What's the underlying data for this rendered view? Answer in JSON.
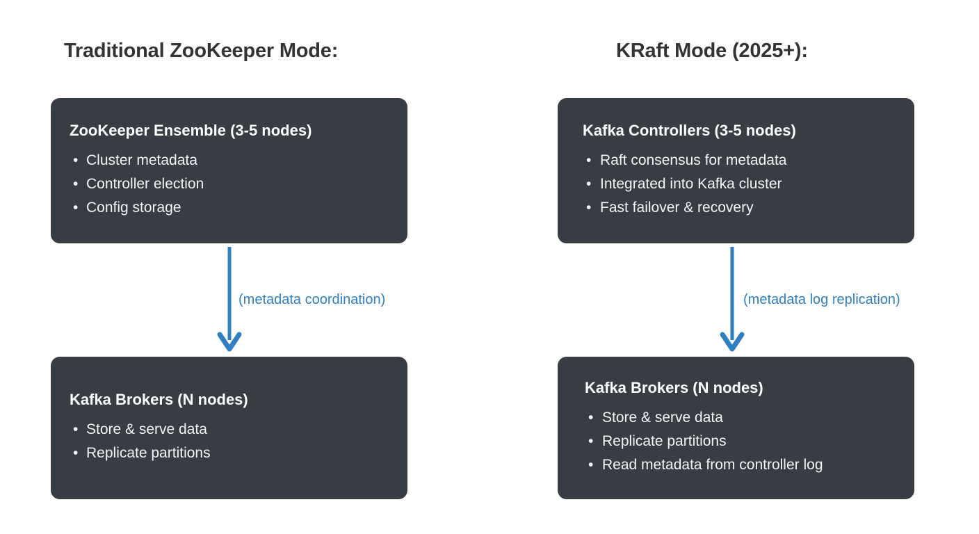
{
  "page": {
    "background_color": "#ffffff",
    "box_color": "#383d44",
    "accent_color": "#2f7fc1",
    "heading_color": "#333333"
  },
  "columns": [
    {
      "id": "zookeeper-mode",
      "title": "Traditional ZooKeeper Mode:",
      "top_box": {
        "title": "ZooKeeper Ensemble (3-5 nodes)",
        "bullets": [
          "Cluster metadata",
          "Controller election",
          "Config storage"
        ]
      },
      "arrow": {
        "label": "(metadata coordination)",
        "direction": "down",
        "color": "#2f7fc1"
      },
      "bottom_box": {
        "title": "Kafka Brokers (N nodes)",
        "bullets": [
          "Store & serve data",
          "Replicate partitions"
        ]
      }
    },
    {
      "id": "kraft-mode",
      "title": "KRaft Mode (2025+):",
      "top_box": {
        "title": "Kafka Controllers (3-5 nodes)",
        "bullets": [
          "Raft consensus for metadata",
          "Integrated into Kafka cluster",
          "Fast failover & recovery"
        ]
      },
      "arrow": {
        "label": "(metadata log replication)",
        "direction": "down",
        "color": "#2f7fc1"
      },
      "bottom_box": {
        "title": "Kafka Brokers (N nodes)",
        "bullets": [
          "Store & serve data",
          "Replicate partitions",
          "Read metadata from controller log"
        ]
      }
    }
  ],
  "bullet_glyph": "•"
}
